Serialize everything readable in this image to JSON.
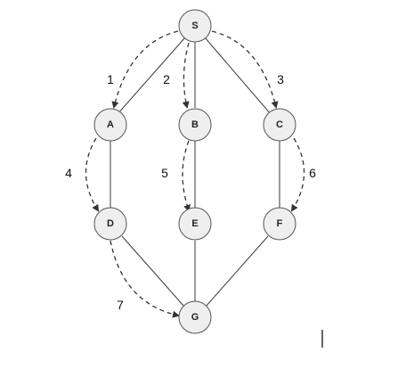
{
  "nodes": [
    {
      "id": "S",
      "label": "S"
    },
    {
      "id": "A",
      "label": "A"
    },
    {
      "id": "B",
      "label": "B"
    },
    {
      "id": "C",
      "label": "C"
    },
    {
      "id": "D",
      "label": "D"
    },
    {
      "id": "E",
      "label": "E"
    },
    {
      "id": "F",
      "label": "F"
    },
    {
      "id": "G",
      "label": "G"
    }
  ],
  "edges": [
    {
      "from": "S",
      "to": "A"
    },
    {
      "from": "S",
      "to": "B"
    },
    {
      "from": "S",
      "to": "C"
    },
    {
      "from": "A",
      "to": "D"
    },
    {
      "from": "B",
      "to": "E"
    },
    {
      "from": "C",
      "to": "F"
    },
    {
      "from": "D",
      "to": "G"
    },
    {
      "from": "E",
      "to": "G"
    },
    {
      "from": "F",
      "to": "G"
    }
  ],
  "traversal_steps": [
    {
      "step": "1",
      "from": "S",
      "to": "A"
    },
    {
      "step": "2",
      "from": "S",
      "to": "B"
    },
    {
      "step": "3",
      "from": "S",
      "to": "C"
    },
    {
      "step": "4",
      "from": "A",
      "to": "D"
    },
    {
      "step": "5",
      "from": "B",
      "to": "E"
    },
    {
      "step": "6",
      "from": "C",
      "to": "F"
    },
    {
      "step": "7",
      "from": "D",
      "to": "G"
    }
  ],
  "colors": {
    "node_fill": "#efefef",
    "node_stroke": "#555555",
    "edge": "#3a3a3a",
    "traversal_arrow": "#333333",
    "text": "#111111"
  }
}
